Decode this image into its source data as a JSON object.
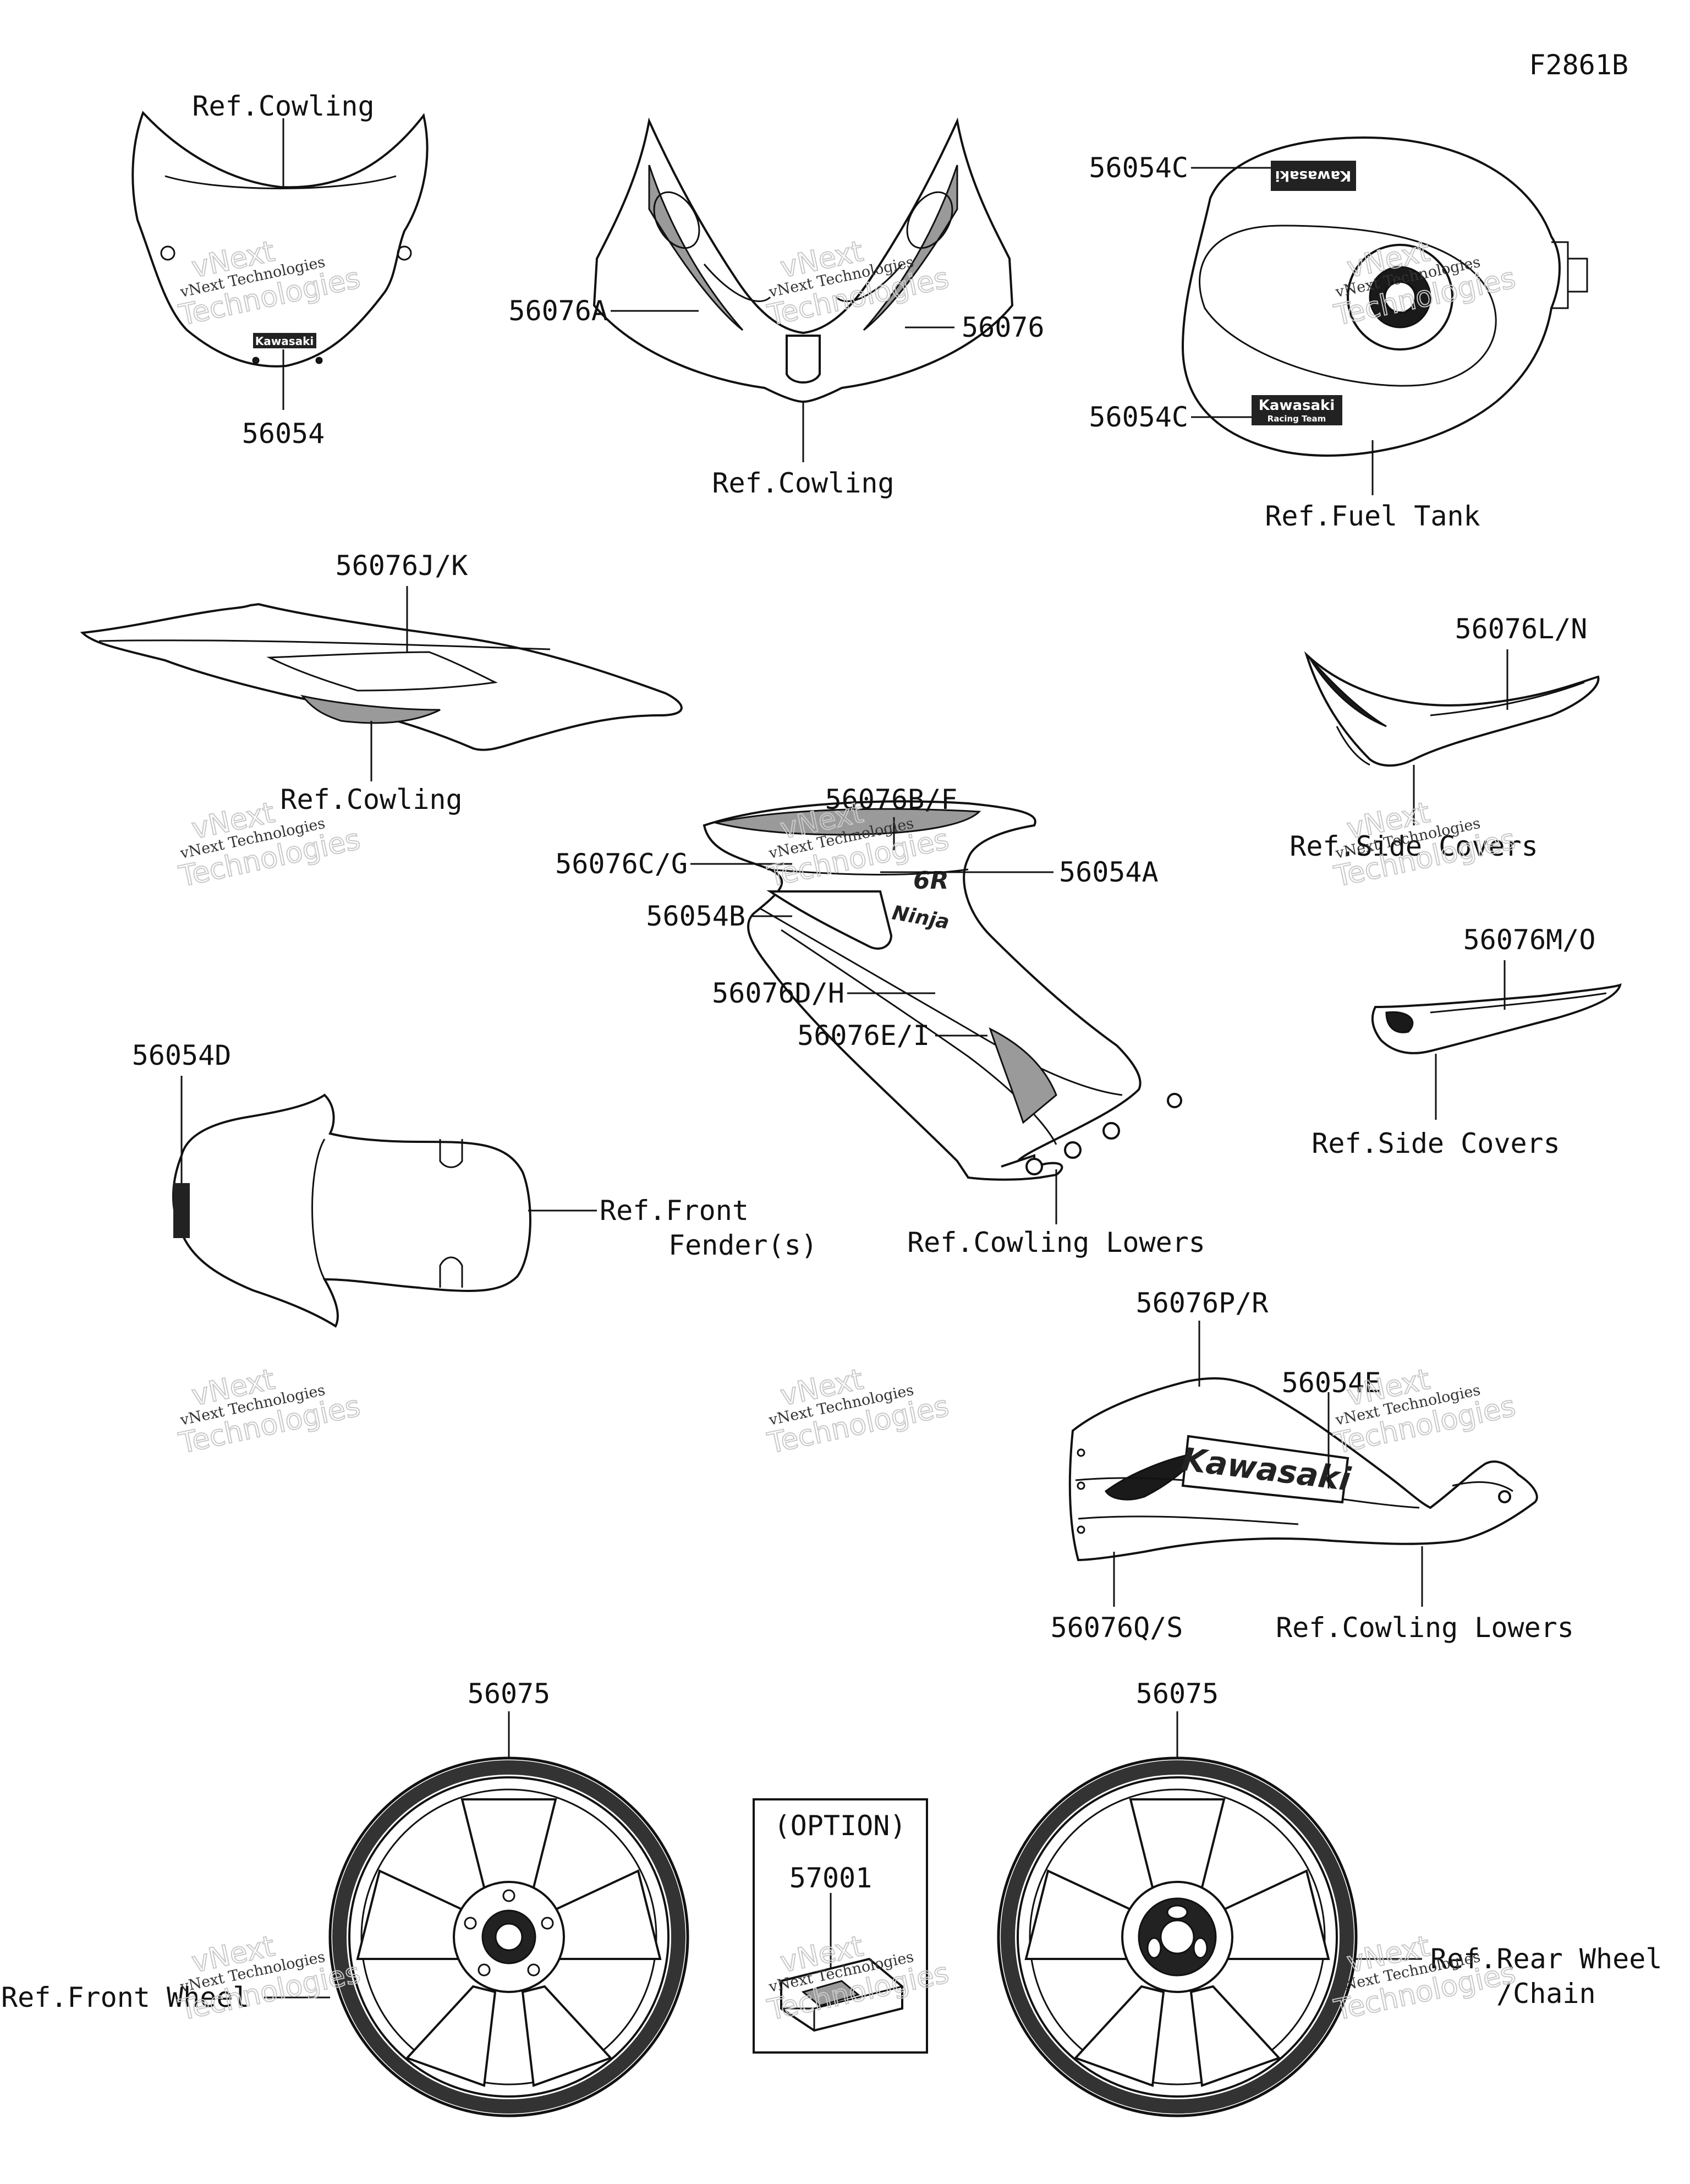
{
  "figure_code": "F2861B",
  "windscreen": {
    "ref_label": "Ref.Cowling",
    "part_number": "56054",
    "brand_text": "Kawasaki"
  },
  "upper_cowl": {
    "part_left": "56076A",
    "part_right": "56076",
    "ref_label": "Ref.Cowling"
  },
  "fuel_tank": {
    "part_top": "56054C",
    "part_bottom": "56054C",
    "ref_label": "Ref.Fuel Tank",
    "brand_text": "Kawasaki",
    "brand_sub": "Racing Team"
  },
  "seat_cowl": {
    "part_number": "56076J/K",
    "ref_label": "Ref.Cowling"
  },
  "side_cover_upper": {
    "part_number": "56076L/N",
    "ref_label": "Ref.Side Covers"
  },
  "side_cover_lower": {
    "part_number": "56076M/O",
    "ref_label": "Ref.Side Covers"
  },
  "middle_cowl": {
    "labels": {
      "b_f": "56076B/F",
      "c_g": "56076C/G",
      "a54": "56054A",
      "b54": "56054B",
      "d_h": "56076D/H",
      "e_i": "56076E/I"
    },
    "ref_label": "Ref.Cowling Lowers",
    "model_text": "6R",
    "ninja_text": "Ninja"
  },
  "front_fender": {
    "part_number": "56054D",
    "ref_line1": "Ref.Front",
    "ref_line2": "Fender(s)"
  },
  "lower_cowl": {
    "part_top": "56076P/R",
    "part_e": "56054E",
    "part_bottom": "56076Q/S",
    "ref_label": "Ref.Cowling Lowers",
    "brand_text": "Kawasaki"
  },
  "front_wheel": {
    "part_number": "56075",
    "ref_label": "Ref.Front Wheel"
  },
  "rear_wheel": {
    "part_number": "56075",
    "ref_line1": "Ref.Rear Wheel",
    "ref_line2": "/Chain"
  },
  "option_box": {
    "title": "(OPTION)",
    "part_number": "57001"
  },
  "watermark": {
    "line1": "vNext Technologies",
    "line2": "Technologies",
    "line3": "vNext"
  }
}
